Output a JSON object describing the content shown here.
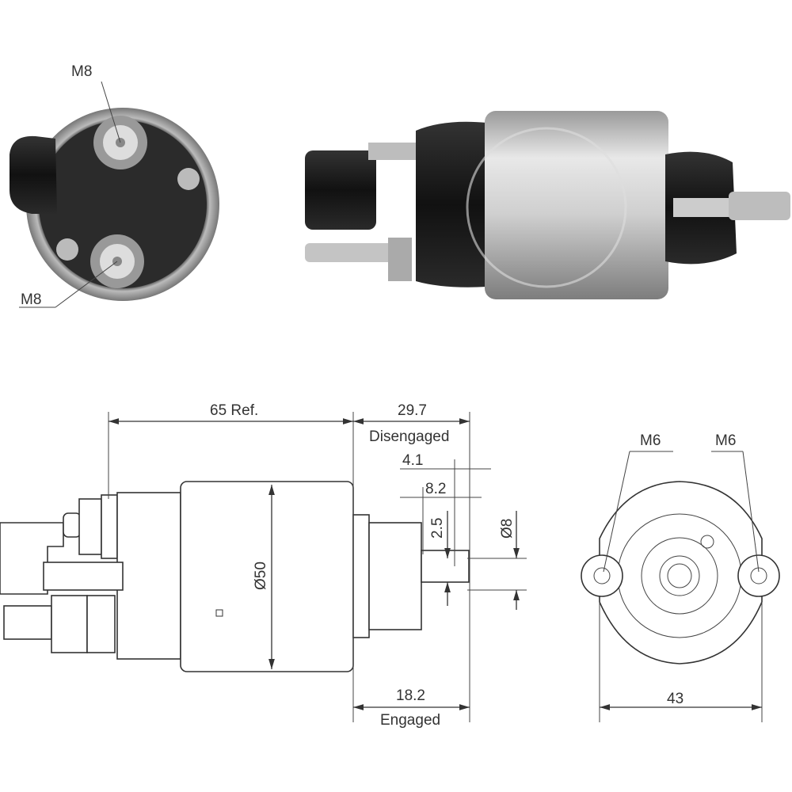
{
  "photo_labels": {
    "top_terminal": "M8",
    "bottom_terminal": "M8"
  },
  "side_view": {
    "length": "65 Ref.",
    "disengaged_value": "29.7",
    "disengaged_label": "Disengaged",
    "dim_4_1": "4.1",
    "dim_8_2": "8.2",
    "dim_2_5": "2.5",
    "shaft_diameter": "Ø8",
    "body_diameter": "Ø50",
    "engaged_value": "18.2",
    "engaged_label": "Engaged"
  },
  "end_view": {
    "left_thread": "M6",
    "right_thread": "M6",
    "width": "43"
  },
  "colors": {
    "line": "#333333",
    "black_part": "#1c1c1c",
    "silver": "#c8c8c8"
  }
}
